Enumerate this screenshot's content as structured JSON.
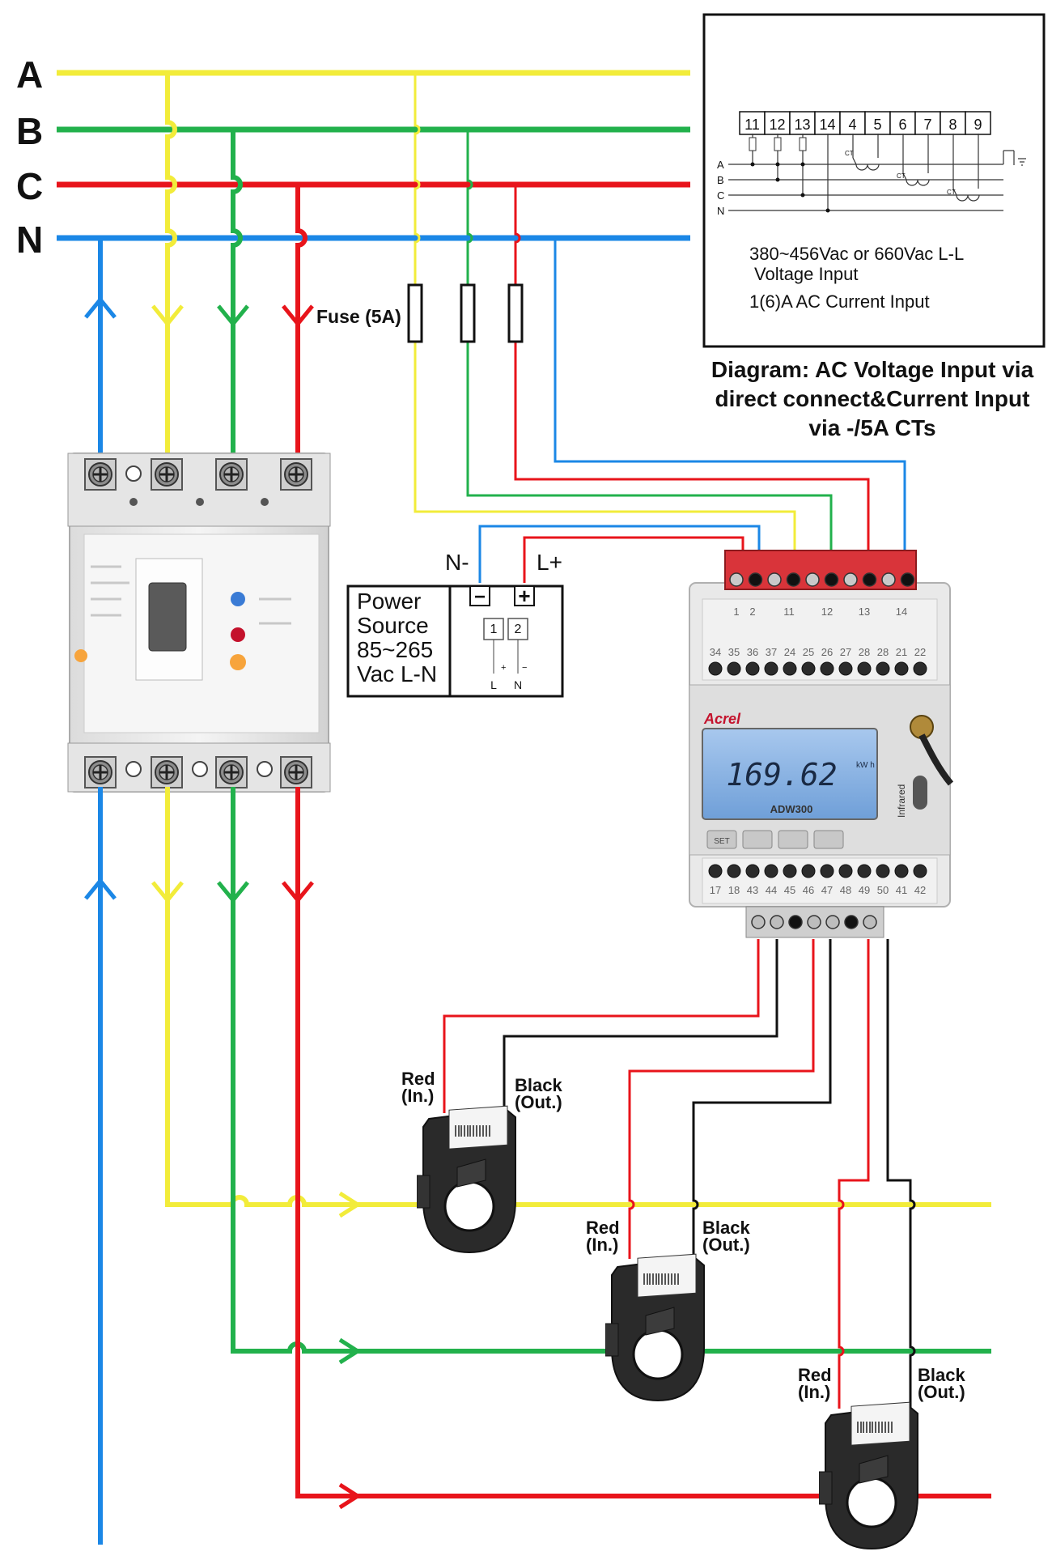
{
  "bus_labels": {
    "a": "A",
    "b": "B",
    "c": "C",
    "n": "N"
  },
  "fuse_label": "Fuse (5A)",
  "inset": {
    "terminals": [
      "11",
      "12",
      "13",
      "14",
      "4",
      "5",
      "6",
      "7",
      "8",
      "9"
    ],
    "phase_labels": [
      "A",
      "B",
      "C",
      "N"
    ],
    "ct_label": "CT",
    "voltage_line1": "380~456Vac or 660Vac L-L",
    "voltage_line2": "Voltage Input",
    "current_line": "1(6)A AC Current Input"
  },
  "caption": {
    "line1": "Diagram: AC Voltage Input via",
    "line2": "direct connect&Current Input",
    "line3": "via -/5A CTs"
  },
  "power": {
    "n_label": "N-",
    "l_label": "L+",
    "minus": "−",
    "plus": "+",
    "line1": "Power",
    "line2": "Source",
    "line3": "85~265",
    "line4": "Vac L-N",
    "term1": "1",
    "term2": "2",
    "small_plus": "+",
    "small_minus": "−",
    "l": "L",
    "n": "N"
  },
  "meter": {
    "brand": "Acrel",
    "model": "ADW300",
    "reading": "169.62",
    "unit": "kW h",
    "top_terminals": [
      "1",
      "2",
      "11",
      "12",
      "13",
      "14"
    ],
    "row2_terminals": [
      "34",
      "35",
      "36",
      "37",
      "24",
      "25",
      "26",
      "27",
      "28",
      "28",
      "21",
      "22"
    ],
    "bottom_terminals": [
      "17",
      "18",
      "43",
      "44",
      "45",
      "46",
      "47",
      "48",
      "49",
      "50",
      "41",
      "42"
    ],
    "infrared": "Infrared",
    "set_button": "SET"
  },
  "ct_labels": {
    "red": [
      "Red",
      "(In.)"
    ],
    "black": [
      "Black",
      "(Out.)"
    ]
  },
  "colors": {
    "phase_a": "#f2ec3a",
    "phase_b": "#22b14c",
    "phase_c": "#e8141b",
    "neutral": "#1b87e6",
    "ct_wire": "#111111"
  }
}
